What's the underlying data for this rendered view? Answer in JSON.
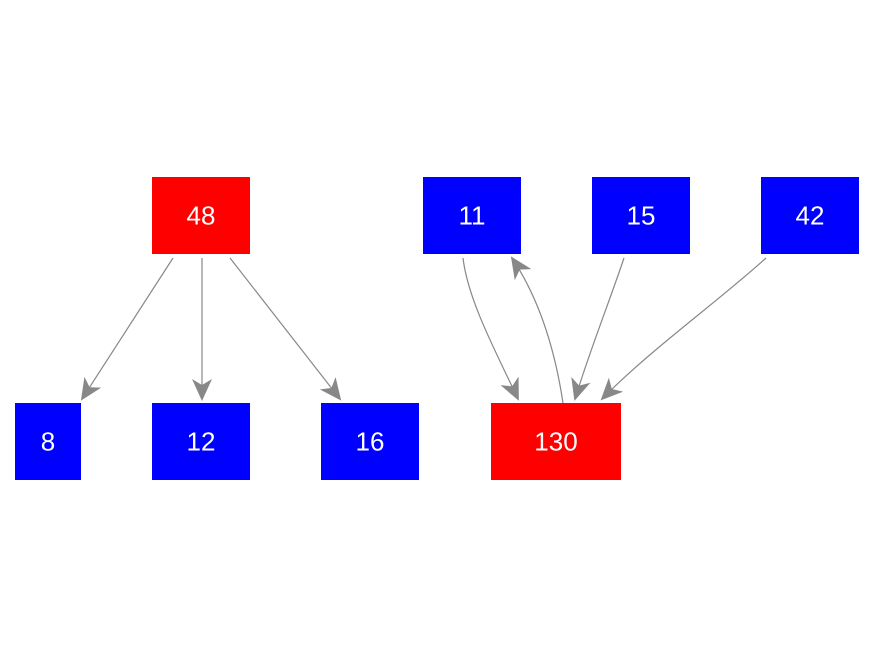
{
  "colors": {
    "red": "#ff0000",
    "blue": "#0000ff",
    "edge": "#888888",
    "label": "#ffffff",
    "background": "#ffffff"
  },
  "nodes": [
    {
      "id": "n48",
      "label": "48",
      "color": "red"
    },
    {
      "id": "n8",
      "label": "8",
      "color": "blue"
    },
    {
      "id": "n12",
      "label": "12",
      "color": "blue"
    },
    {
      "id": "n16",
      "label": "16",
      "color": "blue"
    },
    {
      "id": "n11",
      "label": "11",
      "color": "blue"
    },
    {
      "id": "n15",
      "label": "15",
      "color": "blue"
    },
    {
      "id": "n42",
      "label": "42",
      "color": "blue"
    },
    {
      "id": "n130",
      "label": "130",
      "color": "red"
    }
  ],
  "edges": [
    {
      "from": "n48",
      "to": "n8"
    },
    {
      "from": "n48",
      "to": "n12"
    },
    {
      "from": "n48",
      "to": "n16"
    },
    {
      "from": "n11",
      "to": "n130"
    },
    {
      "from": "n130",
      "to": "n11"
    },
    {
      "from": "n15",
      "to": "n130"
    },
    {
      "from": "n42",
      "to": "n130"
    }
  ]
}
